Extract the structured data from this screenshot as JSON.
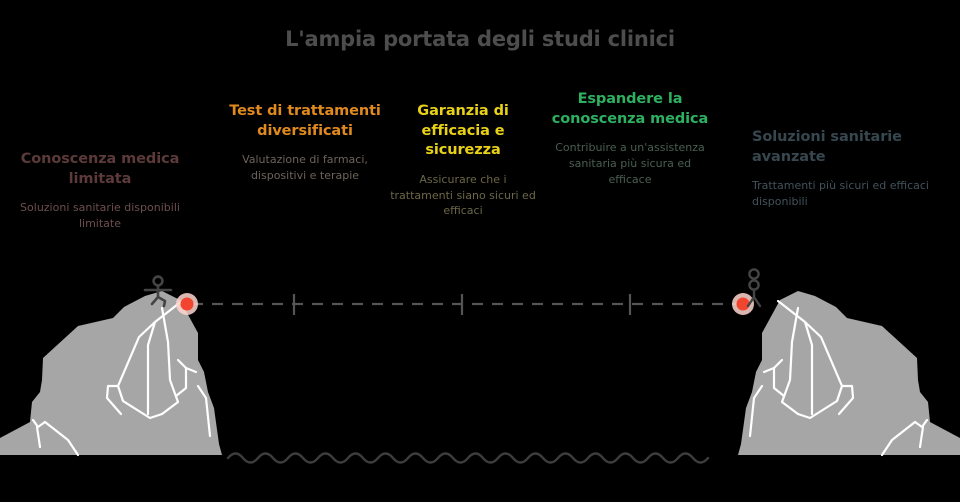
{
  "title": "L'ampia portata degli studi clinici",
  "colors": {
    "background": "#000000",
    "title": "#4d4d4d",
    "mountain_fill": "#a6a6a6",
    "mountain_lines": "#ffffff",
    "figure": "#444444",
    "marker_dot": "#f2452f",
    "marker_halo": "#ffd6cf",
    "path_line": "#555555",
    "water_line": "#3d3d3d"
  },
  "milestones": [
    {
      "id": "conoscenza-medica-limitata",
      "heading": "Conoscenza medica limitata",
      "subtitle": "Soluzioni sanitarie disponibili limitate",
      "color": "#5d3a3a",
      "subtitle_color": "#6d4e4e"
    },
    {
      "id": "test-di-trattamenti-diversificati",
      "heading": "Test di trattamenti diversificati",
      "subtitle": "Valutazione di farmaci, dispositivi e terapie",
      "color": "#e08a1e",
      "subtitle_color": "#6d645a"
    },
    {
      "id": "garanzia-di-efficacia-e-sicurezza",
      "heading": "Garanzia di efficacia e sicurezza",
      "subtitle": "Assicurare che i trattamenti siano sicuri ed efficaci",
      "color": "#e8d117",
      "subtitle_color": "#6b6747"
    },
    {
      "id": "espandere-la-conoscenza-medica",
      "heading": "Espandere la conoscenza medica",
      "subtitle": "Contribuire a un'assistenza sanitaria più sicura ed efficace",
      "color": "#2eb061",
      "subtitle_color": "#4a5f52"
    },
    {
      "id": "soluzioni-sanitarie-avanzate",
      "heading": "Soluzioni sanitarie avanzate",
      "subtitle": "Trattamenti più sicuri ed efficaci disponibili",
      "color": "#37474f",
      "subtitle_color": "#42525a"
    }
  ],
  "journey": {
    "start_marker_label": "start-point",
    "end_marker_label": "end-point",
    "tick_count": 3
  }
}
